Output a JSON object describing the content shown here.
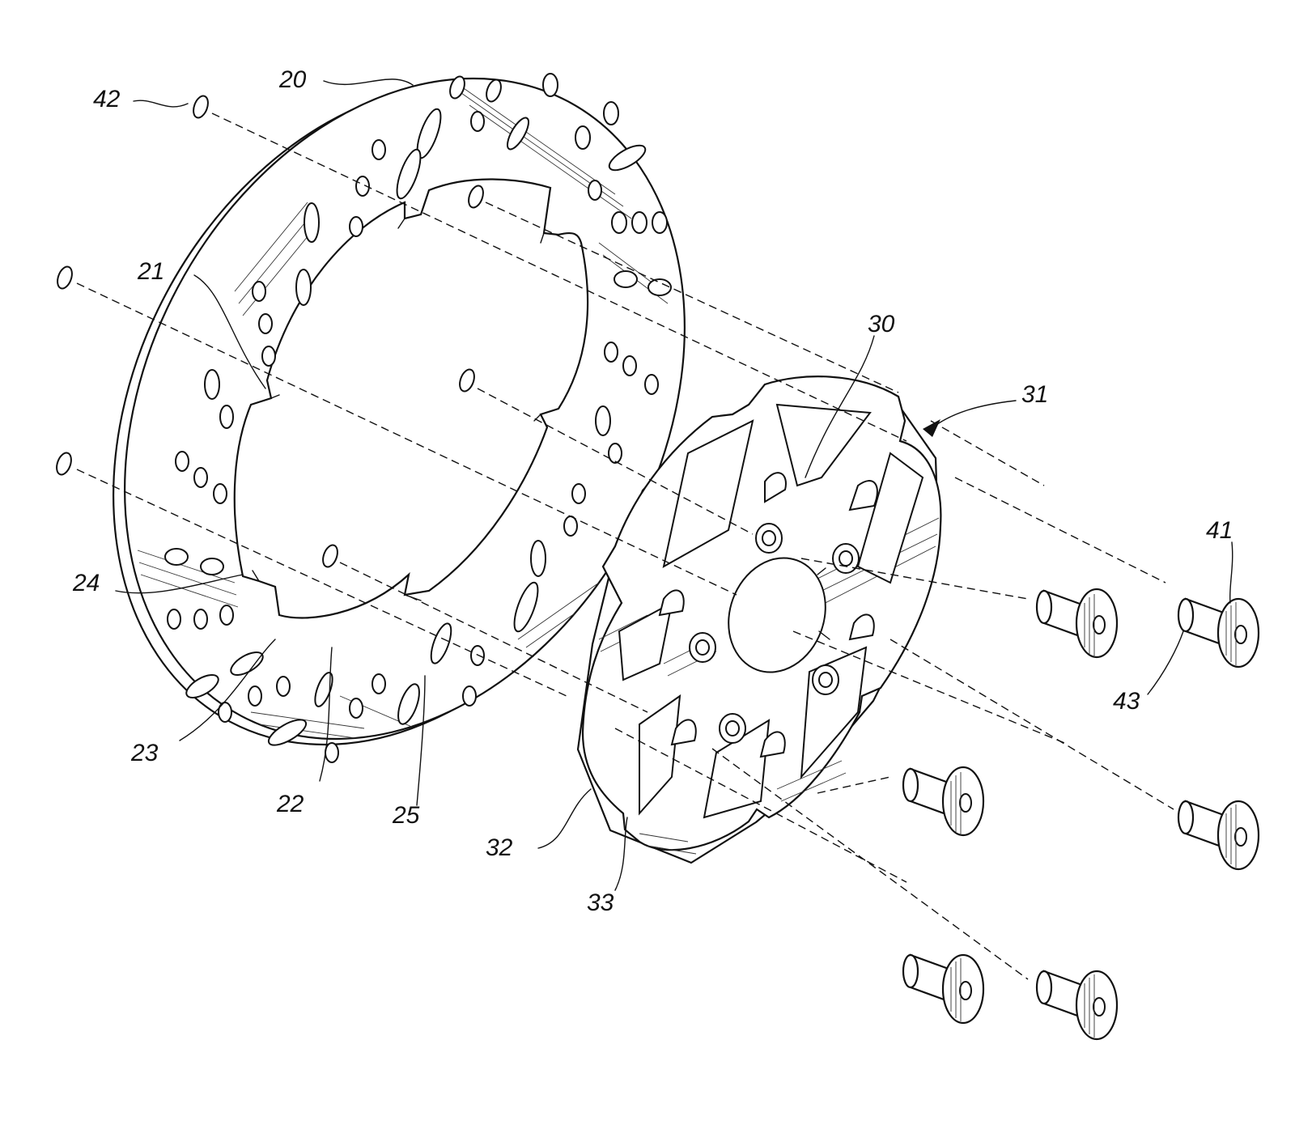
{
  "figure": {
    "labels": [
      {
        "id": "ref-20",
        "text": "20"
      },
      {
        "id": "ref-21",
        "text": "21"
      },
      {
        "id": "ref-22",
        "text": "22"
      },
      {
        "id": "ref-23",
        "text": "23"
      },
      {
        "id": "ref-24",
        "text": "24"
      },
      {
        "id": "ref-25",
        "text": "25"
      },
      {
        "id": "ref-30",
        "text": "30"
      },
      {
        "id": "ref-31",
        "text": "31"
      },
      {
        "id": "ref-32",
        "text": "32"
      },
      {
        "id": "ref-33",
        "text": "33"
      },
      {
        "id": "ref-41",
        "text": "41"
      },
      {
        "id": "ref-42",
        "text": "42"
      },
      {
        "id": "ref-43",
        "text": "43"
      }
    ]
  }
}
